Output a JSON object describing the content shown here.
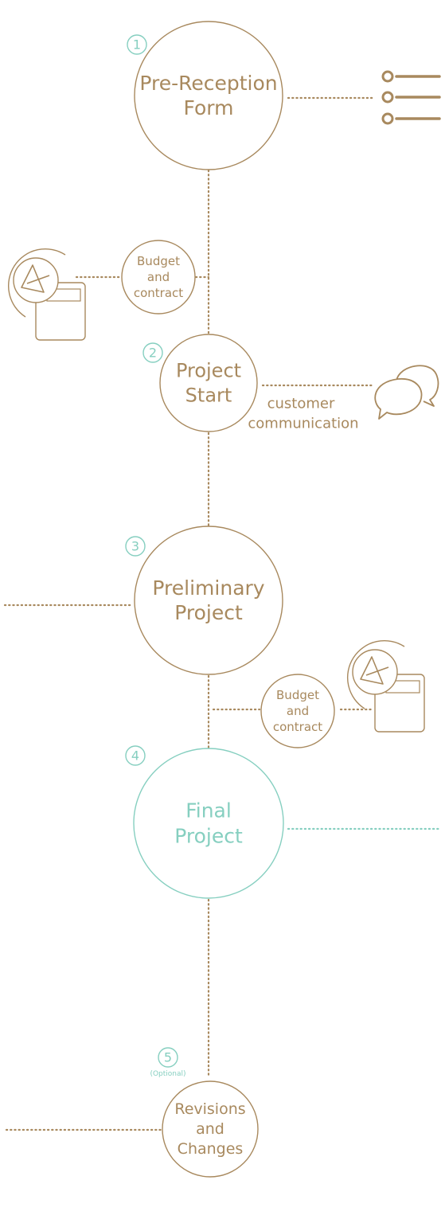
{
  "colors": {
    "gold": "#a8895e",
    "teal": "#86cfc0"
  },
  "steps": [
    {
      "number": "1",
      "label_lines": [
        "Pre-Reception",
        "Form"
      ],
      "accent": "teal-number"
    },
    {
      "number": "2",
      "label_lines": [
        "Project",
        "Start"
      ],
      "accent": "teal-number"
    },
    {
      "number": "3",
      "label_lines": [
        "Preliminary",
        "Project"
      ],
      "accent": "teal-number"
    },
    {
      "number": "4",
      "label_lines": [
        "Final",
        "Project"
      ],
      "accent": "teal-all"
    },
    {
      "number": "5",
      "note": "(Optional)",
      "label_lines": [
        "Revisions",
        "and",
        "Changes"
      ],
      "accent": "teal-number"
    }
  ],
  "side_nodes": [
    {
      "label_lines": [
        "Budget",
        "and",
        "contract"
      ]
    },
    {
      "label_lines": [
        "Budget",
        "and",
        "contract"
      ]
    }
  ],
  "annotations": {
    "communication_lines": [
      "customer",
      "communication"
    ]
  },
  "icons": [
    "list-icon",
    "contract-icon",
    "chat-bubbles-icon",
    "contract-icon"
  ]
}
